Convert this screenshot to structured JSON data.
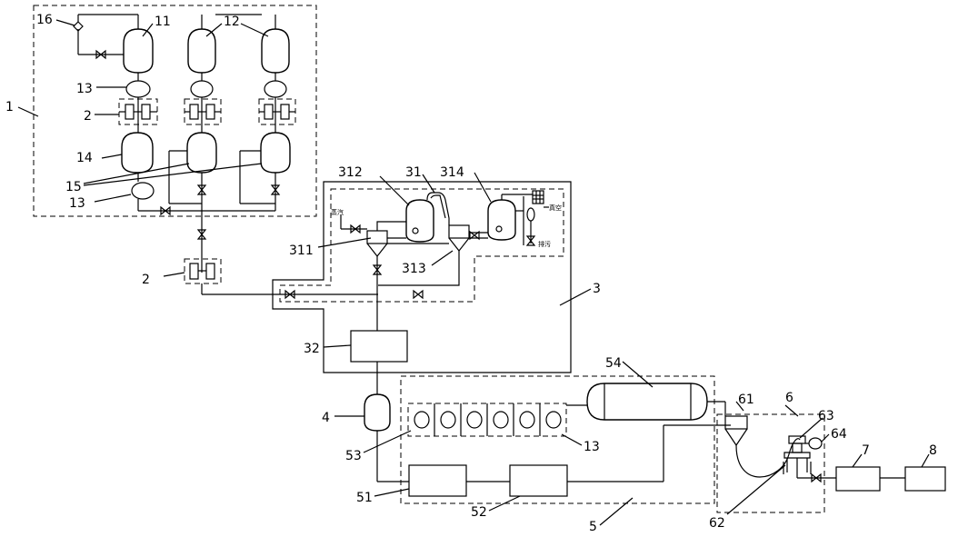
{
  "labels": {
    "l1": "1",
    "l2a": "2",
    "l2b": "2",
    "l3": "3",
    "l4": "4",
    "l5": "5",
    "l6": "6",
    "l7": "7",
    "l8": "8",
    "l11": "11",
    "l12": "12",
    "l13a": "13",
    "l13b": "13",
    "l13c": "13",
    "l14": "14",
    "l15": "15",
    "l16": "16",
    "l31": "31",
    "l32": "32",
    "l311": "311",
    "l312": "312",
    "l313": "313",
    "l314": "314",
    "l51": "51",
    "l52": "52",
    "l53": "53",
    "l54": "54",
    "l61": "61",
    "l62": "62",
    "l63": "63",
    "l64": "64"
  },
  "annotations": {
    "steam": "蒸汽",
    "vacuum": "真空",
    "drain": "排污"
  }
}
